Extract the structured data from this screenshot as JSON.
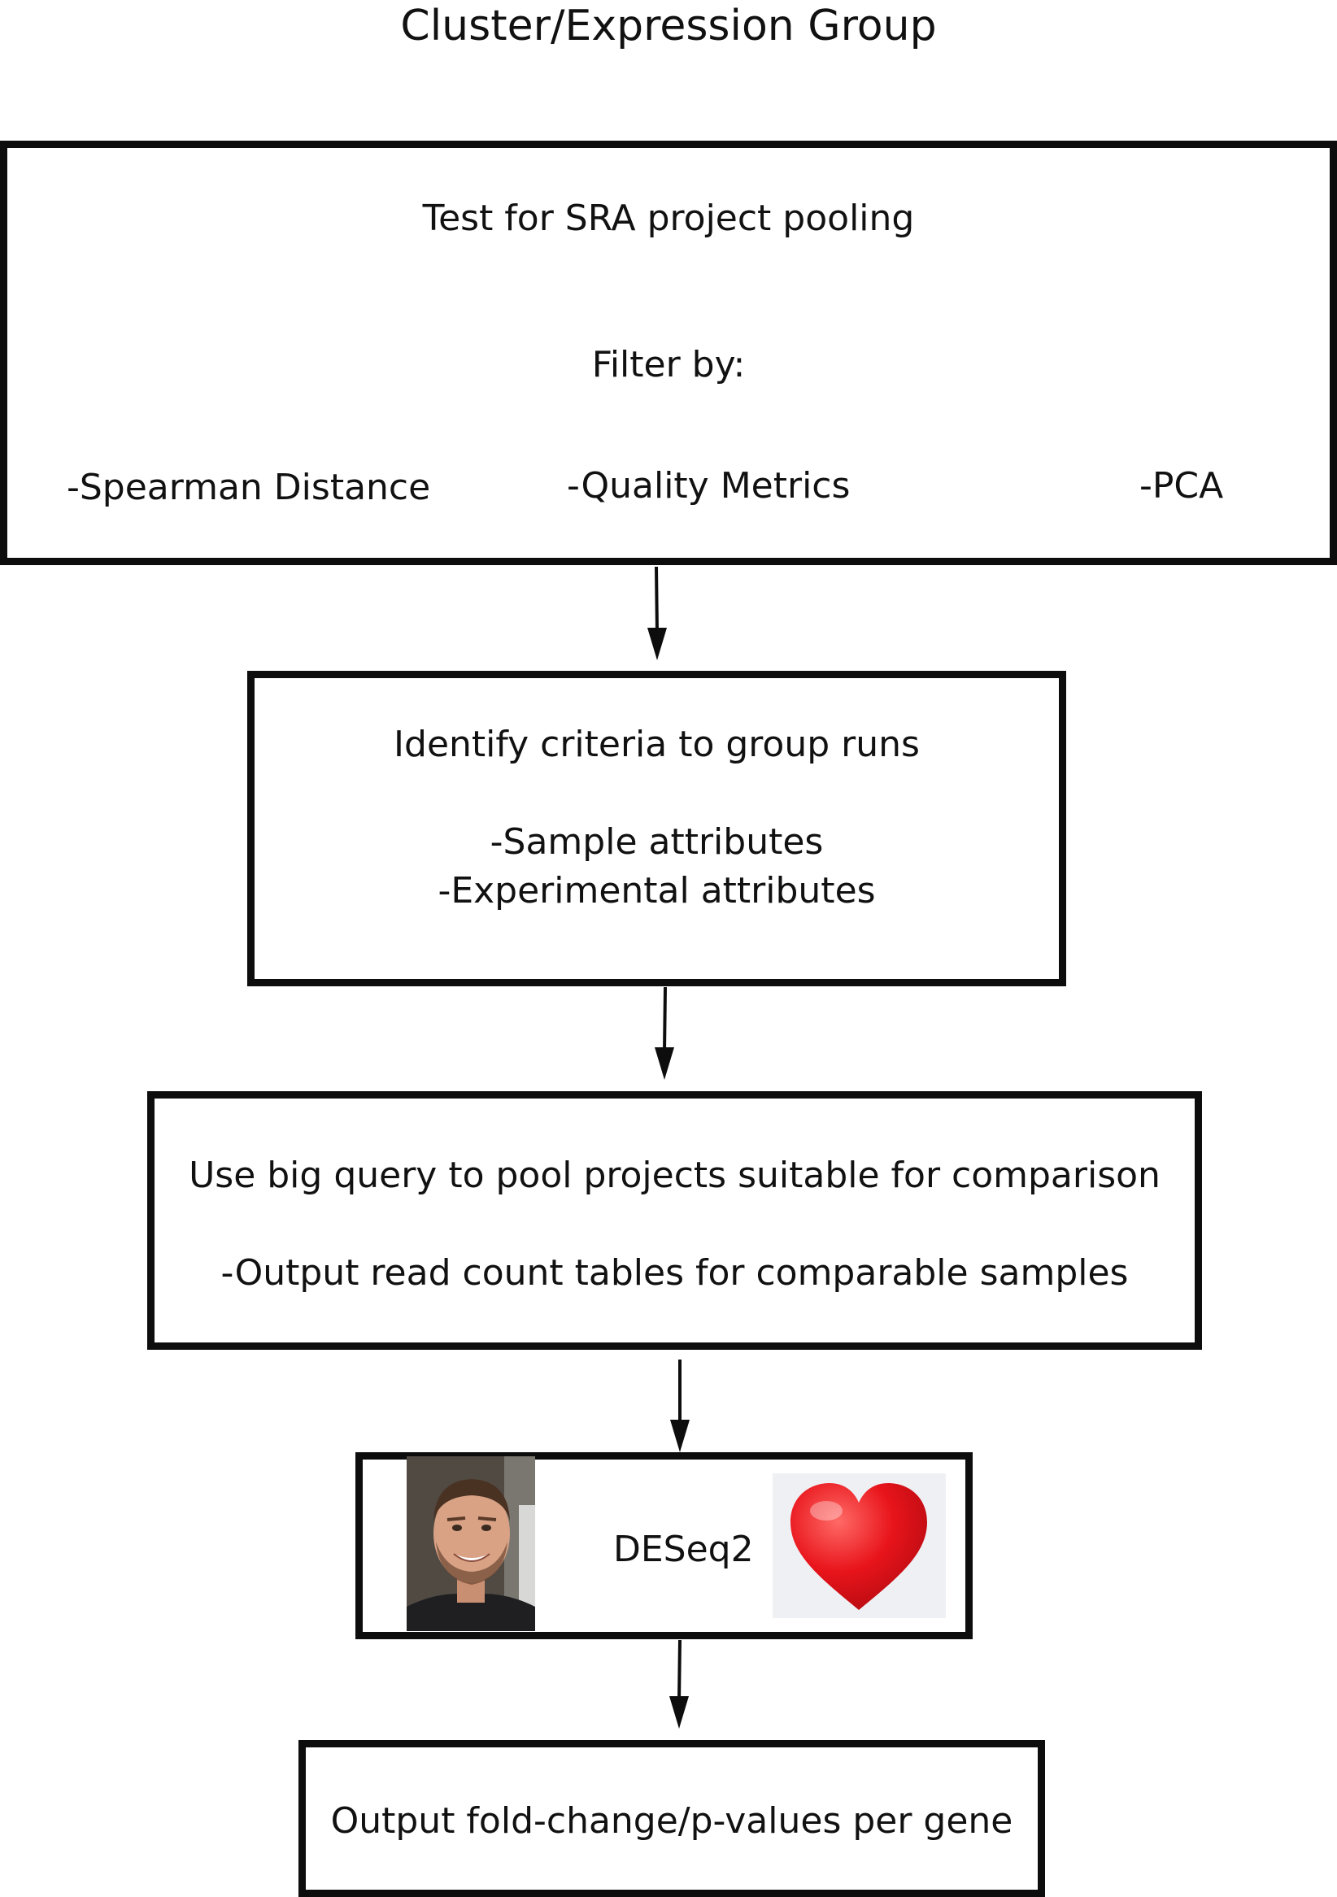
{
  "title": "Cluster/Expression Group",
  "box1": {
    "heading": "Test for SRA project pooling",
    "filter_label": "Filter by:",
    "filters": [
      "-Spearman Distance",
      "-Quality Metrics",
      "-PCA"
    ]
  },
  "box2": {
    "heading": "Identify criteria to group runs",
    "items": [
      "-Sample attributes",
      "-Experimental attributes"
    ]
  },
  "box3": {
    "heading": "Use big query to pool projects suitable for comparison",
    "item": "-Output read count tables for comparable samples"
  },
  "box4": {
    "label": "DESeq2",
    "images": [
      "person-photo",
      "heart-icon"
    ]
  },
  "box5": {
    "label": "Output fold-change/p-values per gene"
  },
  "colors": {
    "stroke": "#0d0d0d",
    "heart": "#e8141b",
    "background": "#ffffff"
  }
}
